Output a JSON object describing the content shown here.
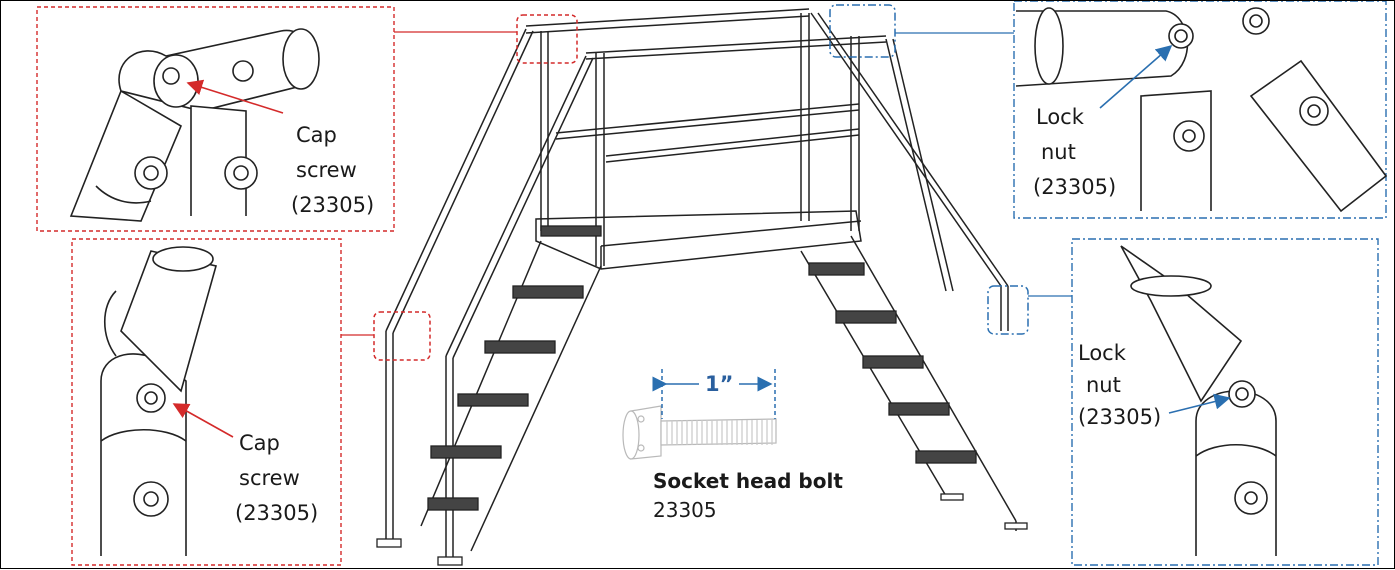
{
  "colors": {
    "red_callout": "#d42a2a",
    "blue_callout": "#2a6fb0",
    "line": "#222222"
  },
  "callouts": {
    "top_left": {
      "line1": "Cap",
      "line2": "screw",
      "line3": "(23305)"
    },
    "bottom_left": {
      "line1": "Cap",
      "line2": "screw",
      "line3": "(23305)"
    },
    "top_right": {
      "line1": "Lock",
      "line2": "nut",
      "line3": "(23305)"
    },
    "bottom_right": {
      "line1": "Lock",
      "line2": "nut",
      "line3": "(23305)"
    }
  },
  "bolt": {
    "title": "Socket head bolt",
    "part_number": "23305",
    "dimension": "1”"
  }
}
